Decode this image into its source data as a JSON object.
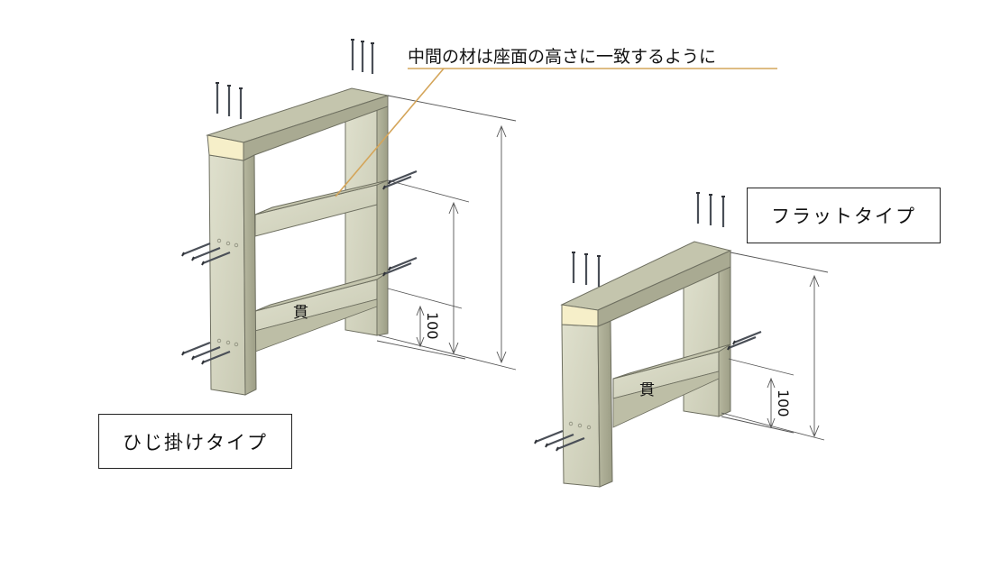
{
  "labels": {
    "hijikake_type": "ひじ掛けタイプ",
    "flat_type": "フラットタイプ",
    "callout": "中間の材は座面の高さに一致するように",
    "nuki_left": "貫",
    "nuki_right": "貫",
    "dim_left": "100",
    "dim_right": "100"
  },
  "colors": {
    "wood_face": "#d8d9c6",
    "wood_top": "#c4c5ad",
    "wood_side": "#a9aa92",
    "end_grain": "#f6efc9",
    "callout_line": "#d4a55a",
    "dim_line": "#555555",
    "screw": "#4a4f57"
  },
  "icons": {
    "screw": "screw-icon"
  }
}
